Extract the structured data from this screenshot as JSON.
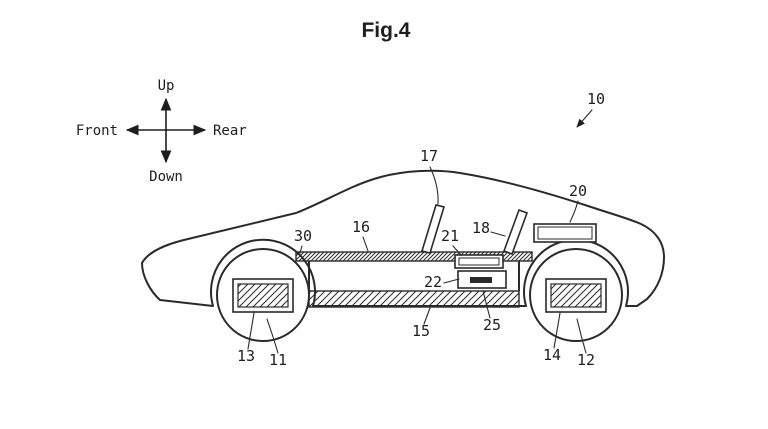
{
  "figure": {
    "title": "Fig.4"
  },
  "compass": {
    "up": "Up",
    "down": "Down",
    "front": "Front",
    "rear": "Rear"
  },
  "ref_labels": {
    "n10": "10",
    "n11": "11",
    "n12": "12",
    "n13": "13",
    "n14": "14",
    "n15": "15",
    "n16": "16",
    "n17": "17",
    "n18": "18",
    "n20": "20",
    "n21": "21",
    "n22": "22",
    "n25": "25",
    "n30": "30"
  },
  "colors": {
    "line": "#2a2a2a",
    "background": "#ffffff"
  }
}
